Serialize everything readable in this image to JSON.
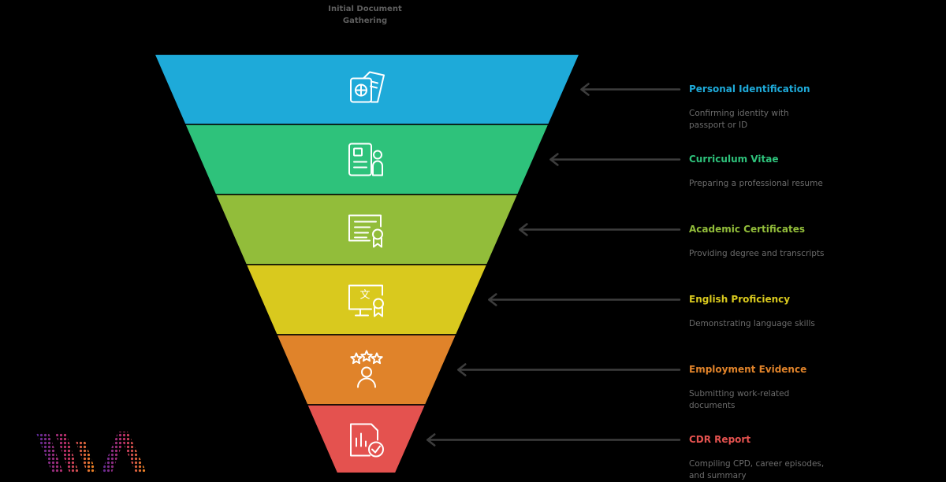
{
  "diagram": {
    "title": "Initial Document\nGathering",
    "stages": [
      {
        "title": "Personal Identification",
        "description": "Confirming identity with passport or ID",
        "color": "#1eaad9",
        "icon": "passport-icon"
      },
      {
        "title": "Curriculum Vitae",
        "description": "Preparing a professional resume",
        "color": "#2ec27b",
        "icon": "resume-icon"
      },
      {
        "title": "Academic Certificates",
        "description": "Providing degree and transcripts",
        "color": "#92bd3a",
        "icon": "certificate-icon"
      },
      {
        "title": "English Proficiency",
        "description": "Demonstrating language skills",
        "color": "#d9c91e",
        "icon": "language-certificate-icon"
      },
      {
        "title": "Employment Evidence",
        "description": "Submitting work-related documents",
        "color": "#e0832a",
        "icon": "employee-rating-icon"
      },
      {
        "title": "CDR Report",
        "description": "Compiling CPD, career episodes, and summary",
        "color": "#e4524f",
        "icon": "report-check-icon"
      }
    ]
  }
}
